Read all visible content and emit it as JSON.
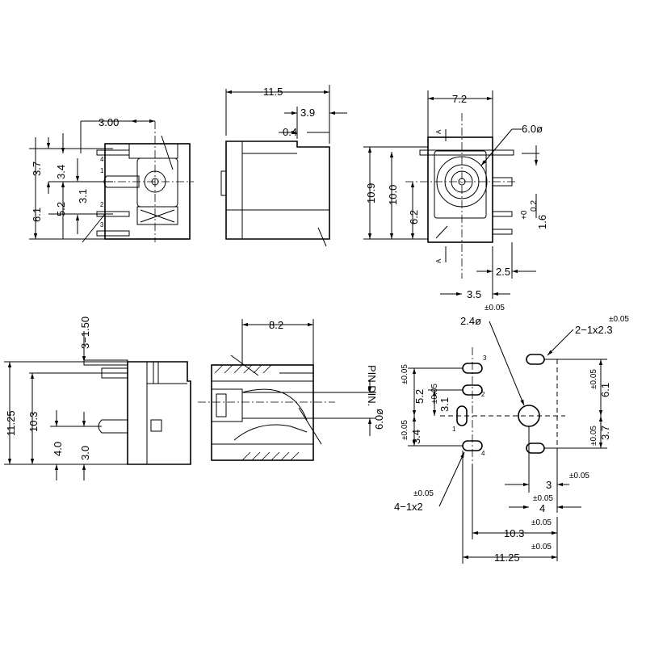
{
  "view1": {
    "dims": {
      "d300": "3.00",
      "d37": "3.7",
      "d34": "3.4",
      "d61": "6.1",
      "d52": "5.2",
      "d31": "3.1"
    },
    "pins": {
      "p1": "1",
      "p2": "2",
      "p3": "3",
      "p4": "4"
    }
  },
  "view2": {
    "dims": {
      "d115": "11.5",
      "d39": "3.9",
      "d04": "0.4"
    }
  },
  "view3": {
    "dims": {
      "d72": "7.2",
      "d60": "6.0ø",
      "d109": "10.9",
      "d100": "10.0",
      "d62": "6.2",
      "d02": "0.2",
      "d0": "+0",
      "d16": "1.6",
      "d25": "2.5",
      "d35": "3.5"
    },
    "section": "A"
  },
  "view4": {
    "dims": {
      "d150": "3−1.50",
      "d1125": "11.25",
      "d103": "10.3",
      "d40": "4.0",
      "d30": "3.0"
    }
  },
  "view5": {
    "dims": {
      "d82": "8.2",
      "d60": "6.0ø"
    },
    "pin_label": "PIN DIN."
  },
  "view6": {
    "tol": "±0.05",
    "dims": {
      "d24": "2.4ø",
      "d2x23": "2−1x2.3",
      "d52": "5.2",
      "d31": "3.1",
      "d34": "3.4",
      "d61": "6.1",
      "d37": "3.7",
      "d4x12": "4−1x2",
      "d3": "3",
      "d4": "4",
      "d103": "10.3",
      "d1125": "11.25"
    },
    "pins": {
      "p1": "1",
      "p2": "2",
      "p3": "3",
      "p4": "4"
    }
  }
}
